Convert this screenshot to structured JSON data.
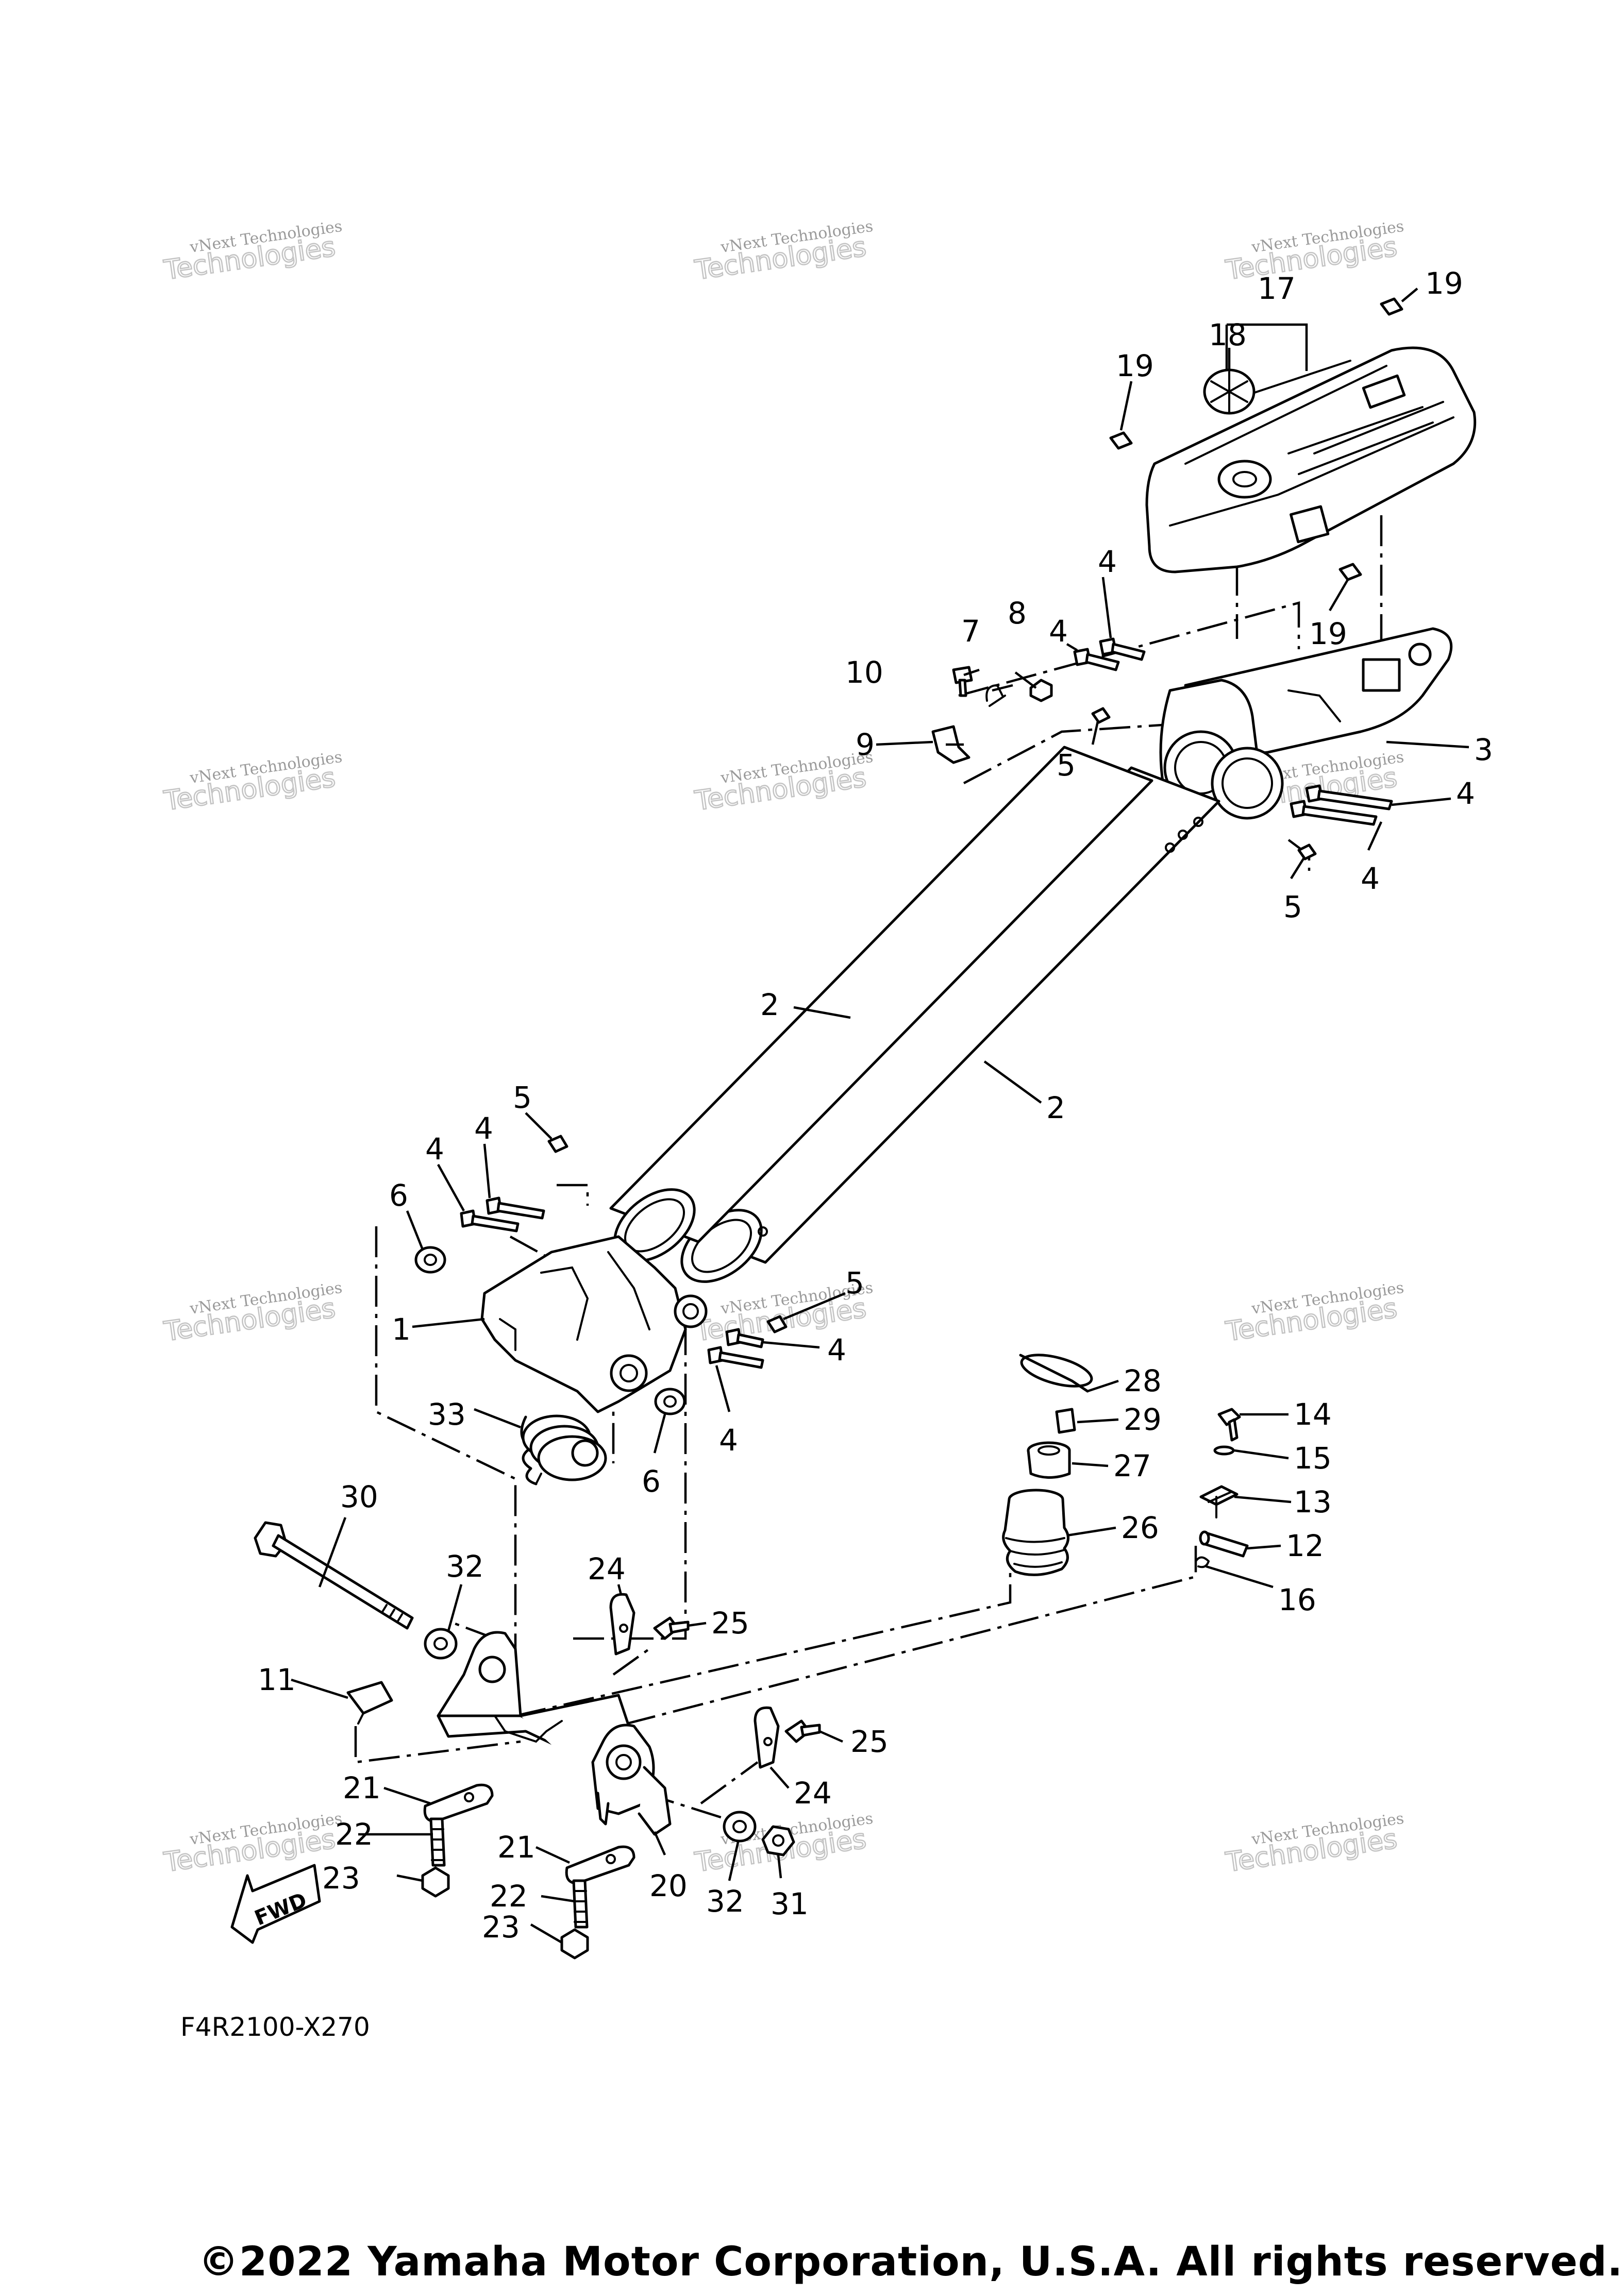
{
  "diagram": {
    "code": "F4R2100-X270",
    "copyright": "©2022 Yamaha Motor Corporation, U.S.A. All rights reserved.",
    "fwd_label": "FWD",
    "watermark": {
      "line1": "vNext Technologies",
      "line2": "Technologies"
    },
    "callouts": {
      "c1": "1",
      "c2a": "2",
      "c2b": "2",
      "c3": "3",
      "c4a": "4",
      "c4b": "4",
      "c4c": "4",
      "c4d": "4",
      "c4e": "4",
      "c4f": "4",
      "c4g": "4",
      "c4h": "4",
      "c5a": "5",
      "c5b": "5",
      "c5c": "5",
      "c5d": "5",
      "c6a": "6",
      "c6b": "6",
      "c7": "7",
      "c8": "8",
      "c9": "9",
      "c10": "10",
      "c11": "11",
      "c12": "12",
      "c13": "13",
      "c14": "14",
      "c15": "15",
      "c16": "16",
      "c17": "17",
      "c18": "18",
      "c19a": "19",
      "c19b": "19",
      "c19c": "19",
      "c20": "20",
      "c21a": "21",
      "c21b": "21",
      "c22a": "22",
      "c22b": "22",
      "c23a": "23",
      "c23b": "23",
      "c24a": "24",
      "c24b": "24",
      "c25a": "25",
      "c25b": "25",
      "c26": "26",
      "c27": "27",
      "c28": "28",
      "c29": "29",
      "c30": "30",
      "c31": "31",
      "c32a": "32",
      "c32b": "32",
      "c33": "33"
    }
  }
}
